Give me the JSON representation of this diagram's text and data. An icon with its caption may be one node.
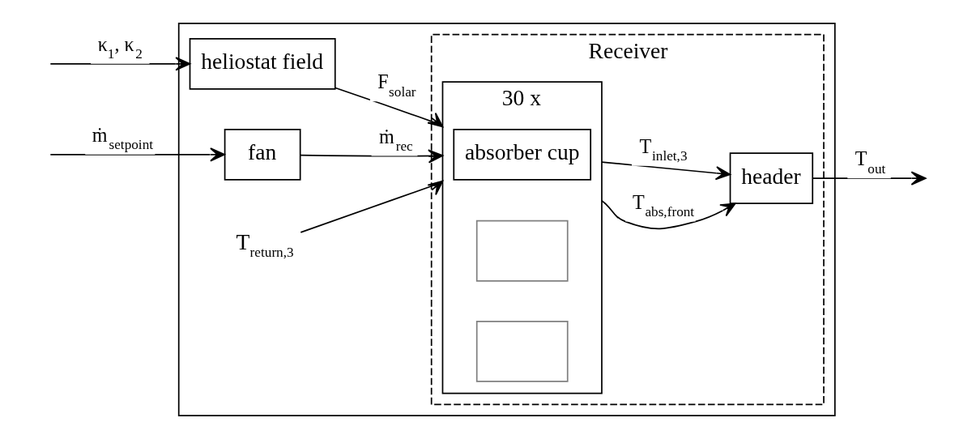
{
  "diagram": {
    "nodes": [
      {
        "text": [],
        "shape": "box"
      },
      {
        "text": [
          "Receiver"
        ],
        "in": 0
      },
      {
        "text": [
          "heliostat field"
        ],
        "in": 0
      },
      {
        "text": [
          "fan"
        ],
        "in": 0
      },
      {
        "text": [
          "30 x"
        ],
        "in": 1
      },
      {
        "text": [
          "absorber cup"
        ],
        "in": 4
      },
      {
        "text": [],
        "shape": "box",
        "in": 4
      },
      {
        "text": [],
        "shape": "box",
        "in": 4
      },
      {
        "text": [
          "header"
        ],
        "in": 1
      },
      {
        "text": [
          "T$_{return,3}$"
        ],
        "in": 0
      }
    ],
    "edges": [
      {
        "from": null,
        "to": 2,
        "arrow": "to",
        "label": "κ$_{1}$, κ$_{2}$"
      },
      {
        "from": null,
        "to": 3,
        "arrow": "to",
        "label": "ṁ$_{setpoint}$"
      },
      {
        "from": 2,
        "to": 4,
        "arrow": "to",
        "label": "F$_{solar}$"
      },
      {
        "from": 3,
        "to": 4,
        "arrow": "to",
        "label": "ṁ$_{rec}$"
      },
      {
        "from": 9,
        "to": 4,
        "arrow": "to"
      },
      {
        "from": 4,
        "to": 8,
        "arrow": "to",
        "label": "T$_{abs,front}$"
      },
      {
        "from": 4,
        "to": 8,
        "arrow": "to",
        "label": "T$_{inlet,3}$"
      },
      {
        "from": 8,
        "to": null,
        "arrow": "to",
        "label": "T$_{out}$"
      }
    ]
  }
}
